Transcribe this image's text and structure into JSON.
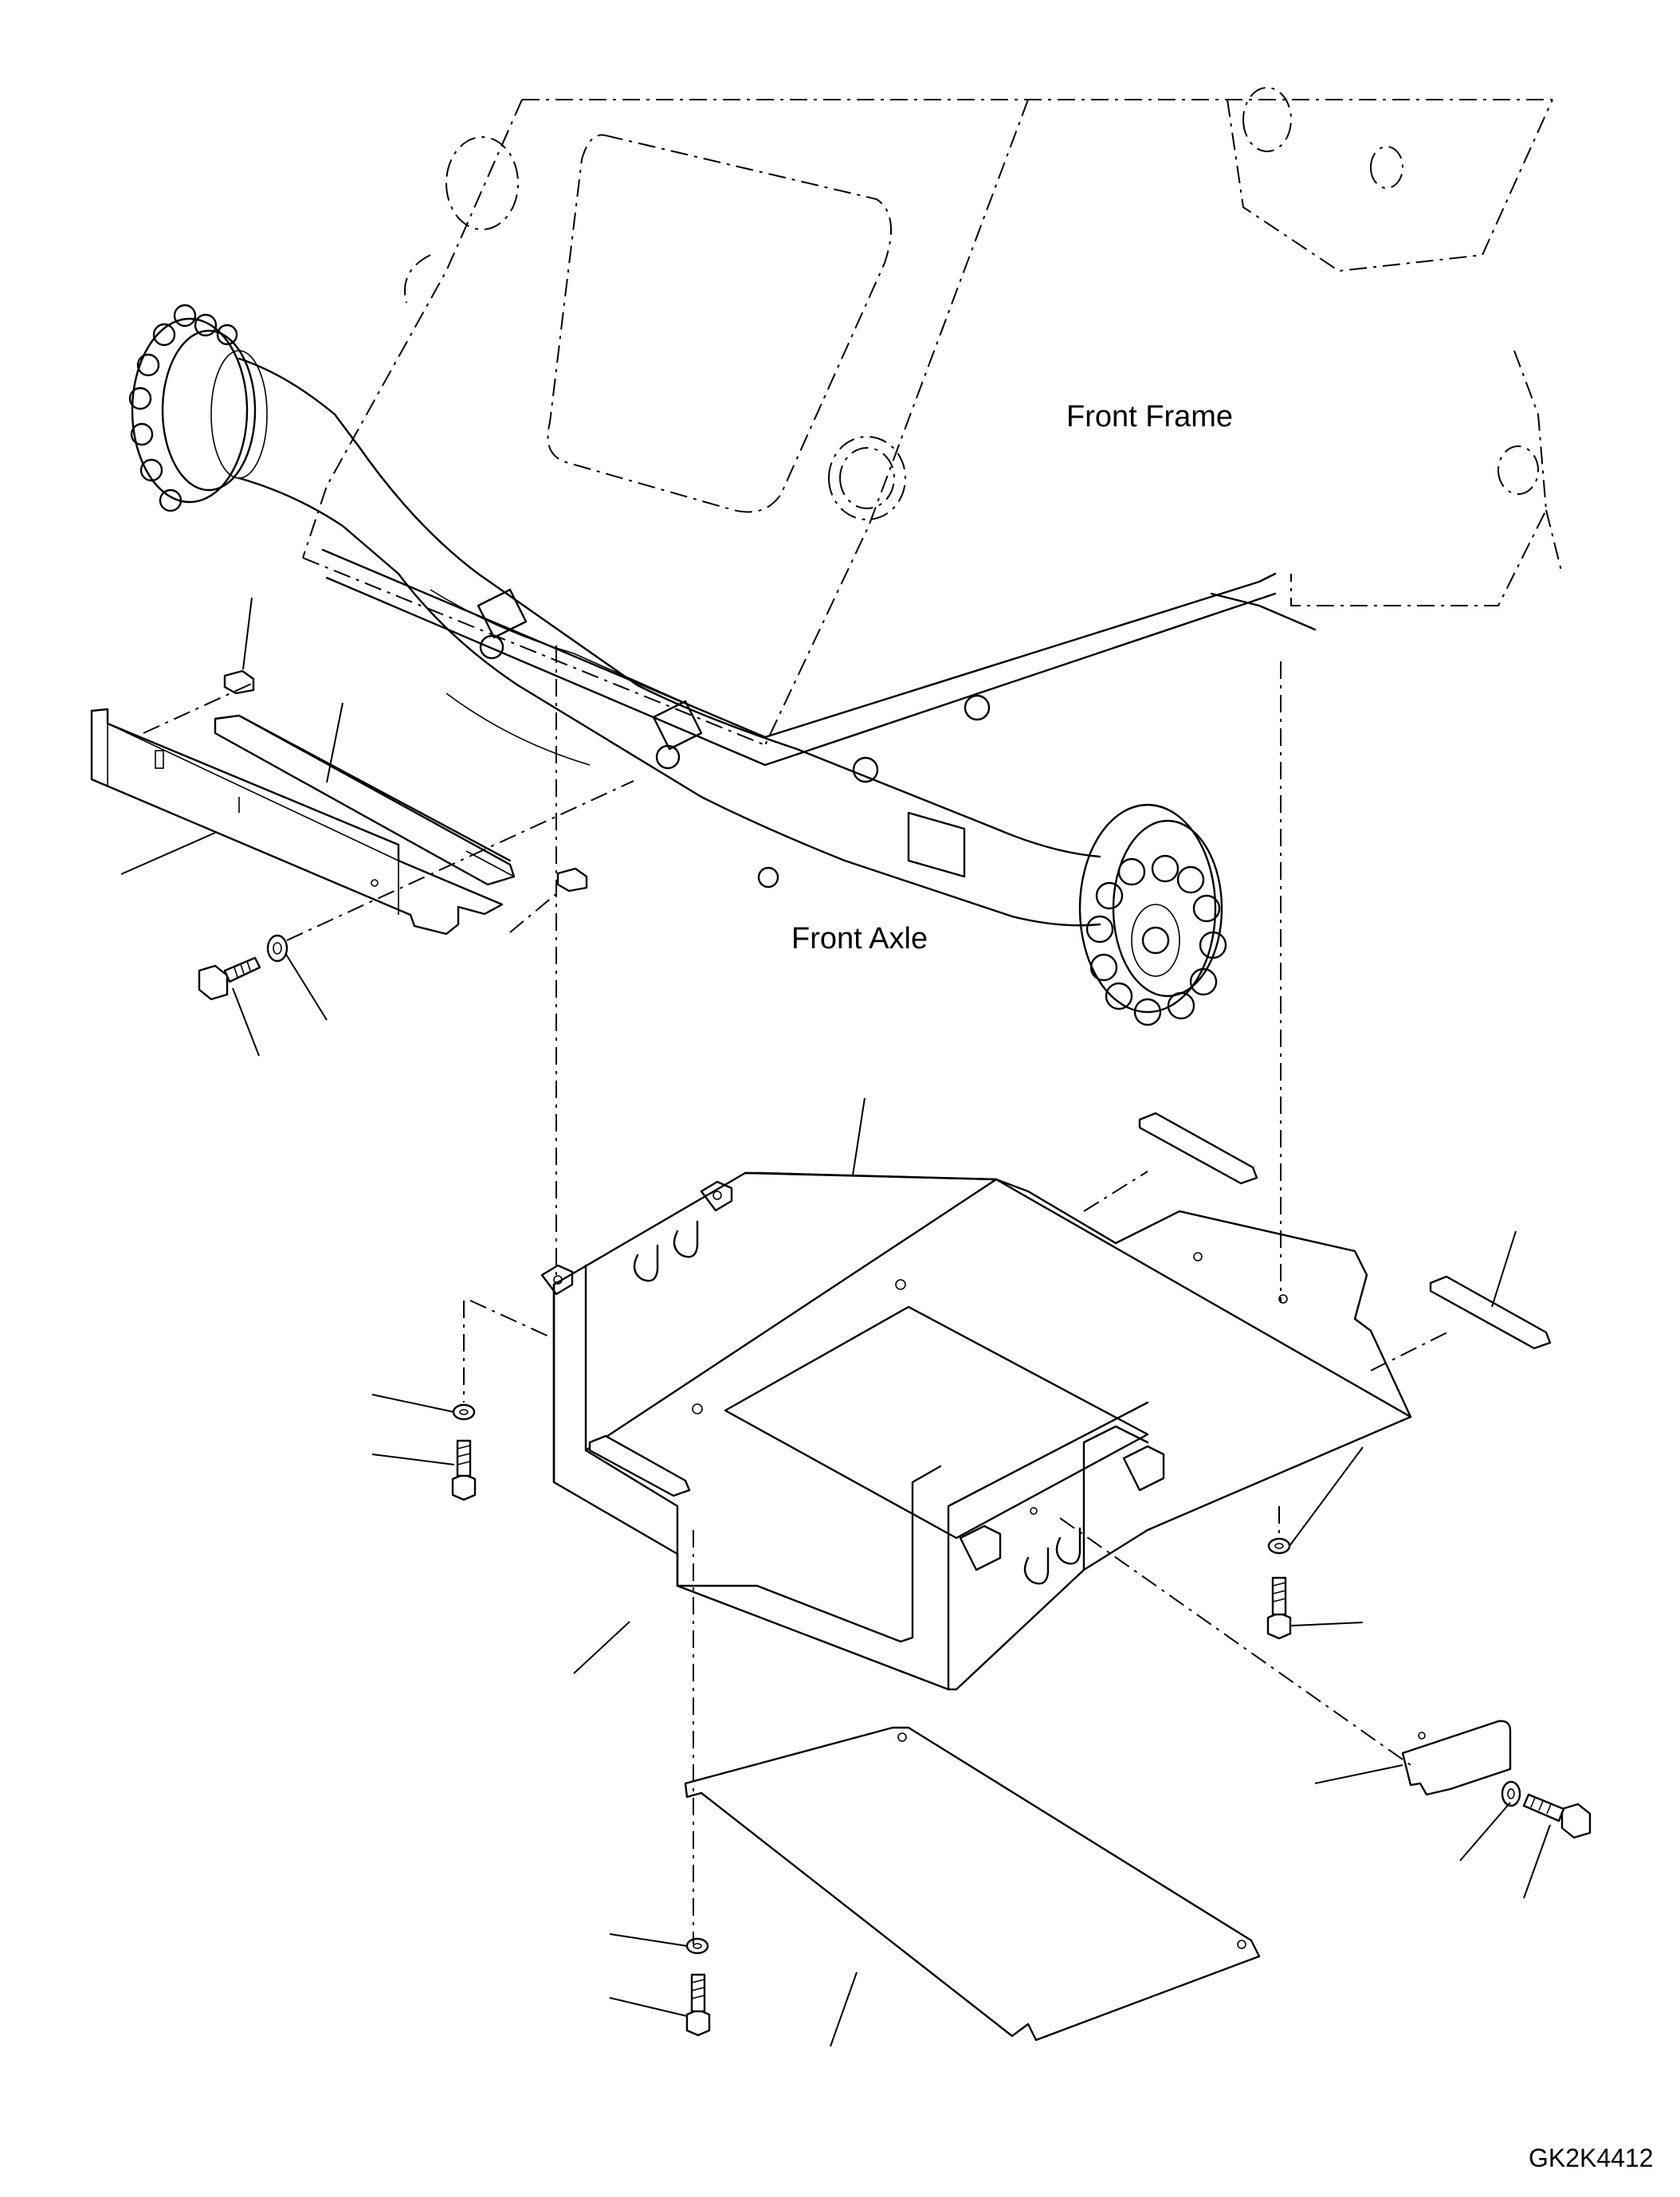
{
  "labels": {
    "front_frame": "Front Frame",
    "front_axle": "Front Axle",
    "drawing_code": "GK2K4412"
  }
}
